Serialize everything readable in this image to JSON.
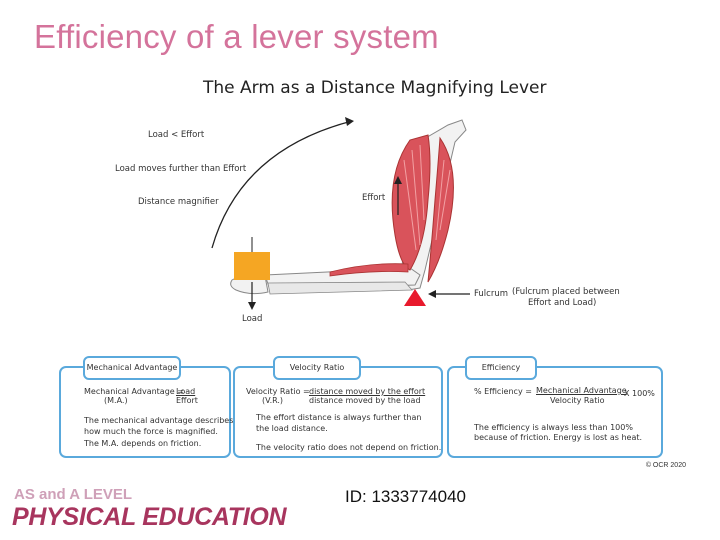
{
  "slide": {
    "title": "Efficiency of a lever system"
  },
  "figure": {
    "title": "The Arm as a Distance Magnifying Lever",
    "labels": {
      "load_lt_effort": "Load < Effort",
      "load_moves": "Load moves further than Effort",
      "distance_magnifier": "Distance magnifier",
      "effort": "Effort",
      "fulcrum": "Fulcrum",
      "fulcrum_note_1": "(Fulcrum placed between",
      "fulcrum_note_2": "Effort and Load)",
      "load": "Load"
    }
  },
  "boxes": {
    "mechanical_advantage": {
      "label": "Mechanical Advantage",
      "formula_left": "Mechanical Advantage =",
      "formula_abbr": "(M.A.)",
      "numerator": "Load",
      "denominator": "Effort",
      "desc_1": "The mechanical advantage describes",
      "desc_2": "how much the force is magnified.",
      "desc_3": "The M.A. depends on friction."
    },
    "velocity_ratio": {
      "label": "Velocity Ratio",
      "formula_left": "Velocity Ratio =",
      "formula_abbr": "(V.R.)",
      "numerator": "distance moved by the effort",
      "denominator": "distance moved by the load",
      "desc_1": "The effort distance is always further than",
      "desc_2": "the load distance.",
      "desc_3": "The velocity ratio does not depend on friction."
    },
    "efficiency": {
      "label": "Efficiency",
      "formula_left": "% Efficiency =",
      "numerator": "Mechanical Advantage",
      "denominator": "Velocity Ratio",
      "multiplier": "X 100%",
      "desc_1": "The efficiency is always less than 100%",
      "desc_2": "because of friction. Energy is lost as heat."
    }
  },
  "footer": {
    "copyright": "© OCR 2020",
    "brand_line1": "AS and A LEVEL",
    "brand_line2": "PHYSICAL EDUCATION",
    "id": "ID: 1333774040"
  },
  "colors": {
    "title_pink": "#d4739b",
    "box_border": "#5aa9dc",
    "brand_dark": "#a8355e",
    "brand_light": "#cfa0b8",
    "load_orange": "#f5a623",
    "fulcrum_red": "#e8192c",
    "muscle_red": "#d9535b"
  }
}
